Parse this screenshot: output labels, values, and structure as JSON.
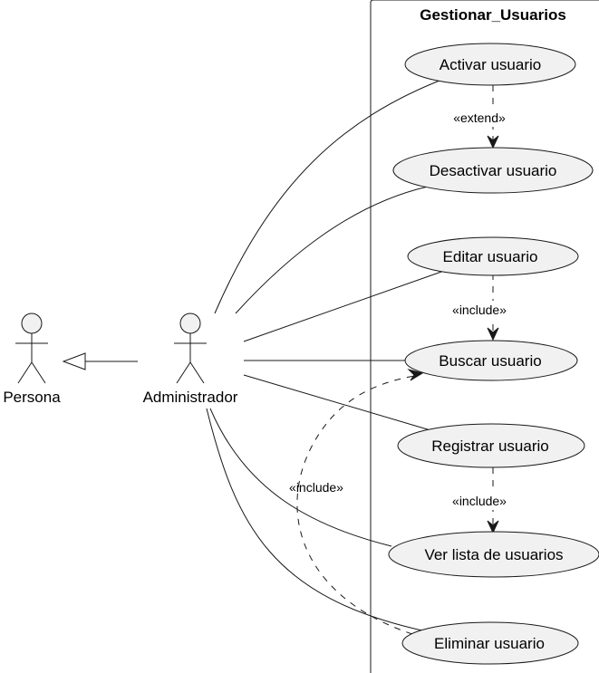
{
  "system": {
    "title": "Gestionar_Usuarios"
  },
  "actors": {
    "persona": "Persona",
    "administrador": "Administrador"
  },
  "use_cases": {
    "activar": "Activar usuario",
    "desactivar": "Desactivar usuario",
    "editar": "Editar usuario",
    "buscar": "Buscar usuario",
    "registrar": "Registrar usuario",
    "ver_lista": "Ver lista de usuarios",
    "eliminar": "Eliminar usuario"
  },
  "relationships": {
    "extend_label": "«extend»",
    "include_editar": "«include»",
    "include_registrar": "«include»",
    "include_eliminar": "«include»"
  }
}
